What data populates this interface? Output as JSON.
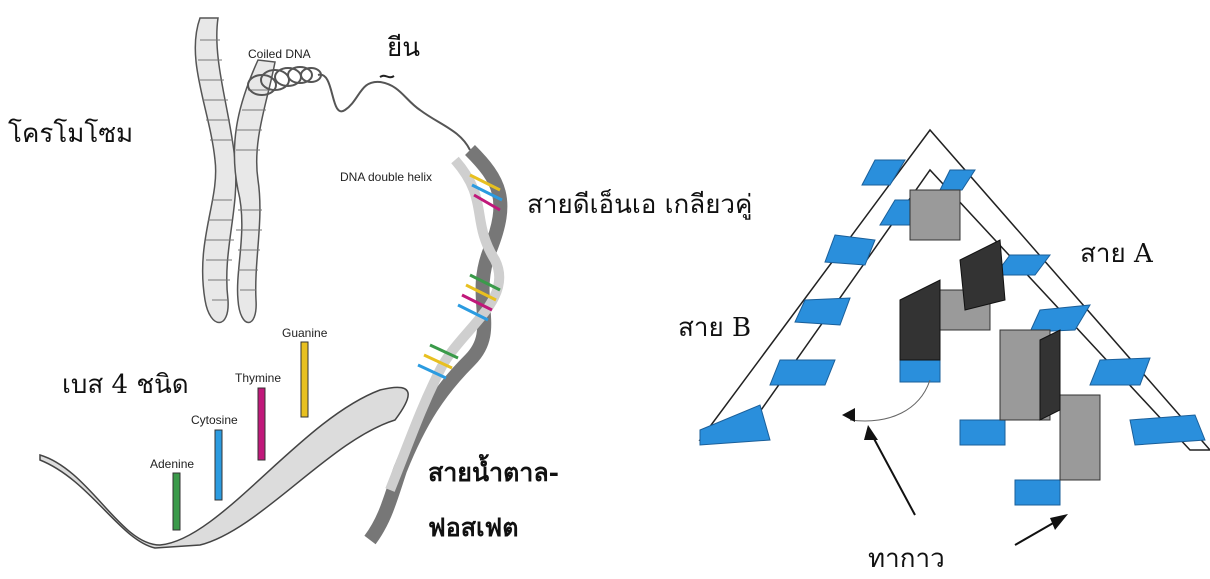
{
  "left_figure": {
    "chromosome_label": "โครโมโซม",
    "coiled_dna_label": "Coiled DNA",
    "gene_label": "ยีน",
    "double_helix_label": "DNA double helix",
    "double_strand_label": "สายดีเอ็นเอ เกลียวคู่",
    "four_bases_label": "เบส 4 ชนิด",
    "sugar_phosphate_label_line1": "สายน้ำตาล-",
    "sugar_phosphate_label_line2": "ฟอสเฟต",
    "bases": [
      {
        "name": "Adenine",
        "color": "#3a9a4a"
      },
      {
        "name": "Cytosine",
        "color": "#2b9be0"
      },
      {
        "name": "Thymine",
        "color": "#c0187a"
      },
      {
        "name": "Guanine",
        "color": "#e8c020"
      }
    ]
  },
  "right_figure": {
    "strand_a_label": "สาย A",
    "strand_b_label": "สาย B",
    "sticky_end_label": "ทากาว",
    "colors": {
      "blue": "#2a8fdc",
      "dark": "#333333",
      "gray": "#9a9a9a"
    }
  }
}
